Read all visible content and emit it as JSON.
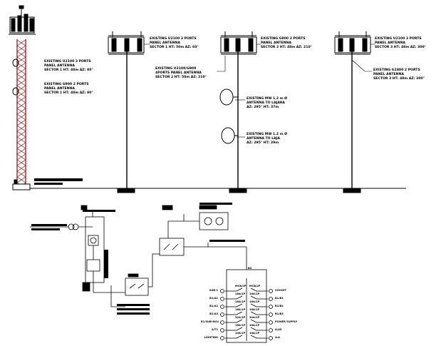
{
  "tower_notes": {
    "sector1": [
      "EXISTING U2100 3 PORTS",
      "PANEL ANTENNA",
      "SECTOR 1 HT: 48m AZ: 80°"
    ],
    "sector1b": [
      "EXISTING G900 2 PORTS",
      "PANEL ANTENNA",
      "SECTOR 1 HT: 48m AZ: 80°"
    ]
  },
  "pole1_notes": {
    "top": [
      "EXISTING U2100 3 PORTS",
      "PANEL ANTENNA",
      "SECTOR 1 HT: 50m AZ: 60°"
    ],
    "side": [
      "EXISTING U2100/G900",
      "4PORTS PANEL ANTENNA",
      "SECTOR 2 HT: 50m AZ: 210°"
    ]
  },
  "pole2_notes": {
    "top": [
      "EXISTING G900 2 PORTS",
      "PANEL ANTENNA",
      "SECTOR 2 HT: 48m AZ: 210°"
    ],
    "mw1": [
      "EXISTING MW 1.2 m Ø",
      "ANTENNA TO LAJARA",
      "AZ: 295° HT: 37m"
    ],
    "mw2": [
      "EXISTING MW 1.2 m Ø",
      "ANTENNA TO LAJA",
      "AZ: 295° HT: 29m"
    ]
  },
  "pole3_notes": {
    "top": [
      "EXISTING U2100 3 PORTS",
      "PANEL ANTENNA",
      "SECTOR 3 HT: 48m AZ: 300°"
    ],
    "side": [
      "EXISTING G1800 2 PORTS",
      "PANEL ANTENNA",
      "SECTOR 3 HT: 48m AZ: 300°"
    ]
  },
  "panel": {
    "header": "B2",
    "left_labels": [
      "SUB-1",
      "B1/A1",
      "B1/A2",
      "B1/A3",
      "R1/SUB-DUV",
      "A/T1",
      "LIGHTING"
    ],
    "right_labels": [
      "SOCKET",
      "B1/B1",
      "B1/B2",
      "B1/B3",
      "POWER SUPPLY",
      "A/A5",
      "A/A"
    ],
    "breaker_labels": [
      "MCB/2P",
      "16A/1P",
      "16A/1P",
      "16A/1P",
      "32A/2P",
      "16A/1P",
      "10A/1P"
    ]
  }
}
